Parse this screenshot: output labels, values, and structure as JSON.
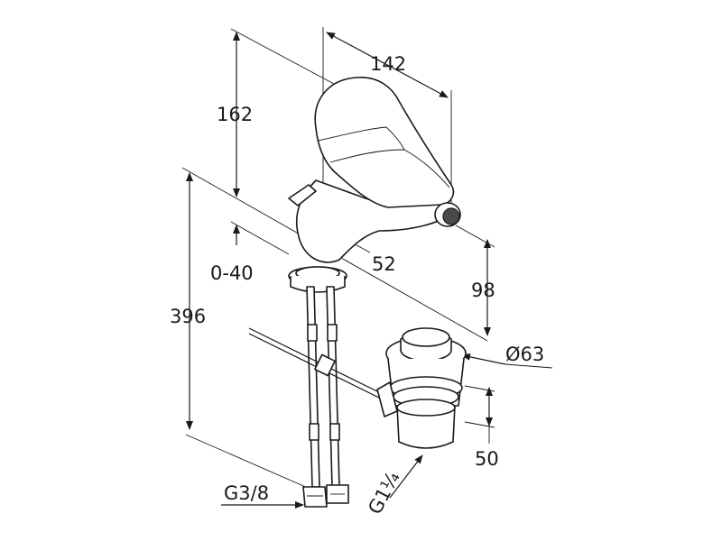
{
  "dimensions": {
    "width_top": "142",
    "height_top": "162",
    "spout_reach": "52",
    "deck_thickness": "0-40",
    "total_height": "396",
    "spout_height": "98",
    "waste_diameter": "Ø63",
    "waste_height": "50",
    "supply_thread": "G3/8",
    "waste_thread": "G1¼"
  },
  "colors": {
    "line": "#1a1a1a",
    "shade": "#e6e6e6",
    "aerator": "#4a4a4a"
  }
}
